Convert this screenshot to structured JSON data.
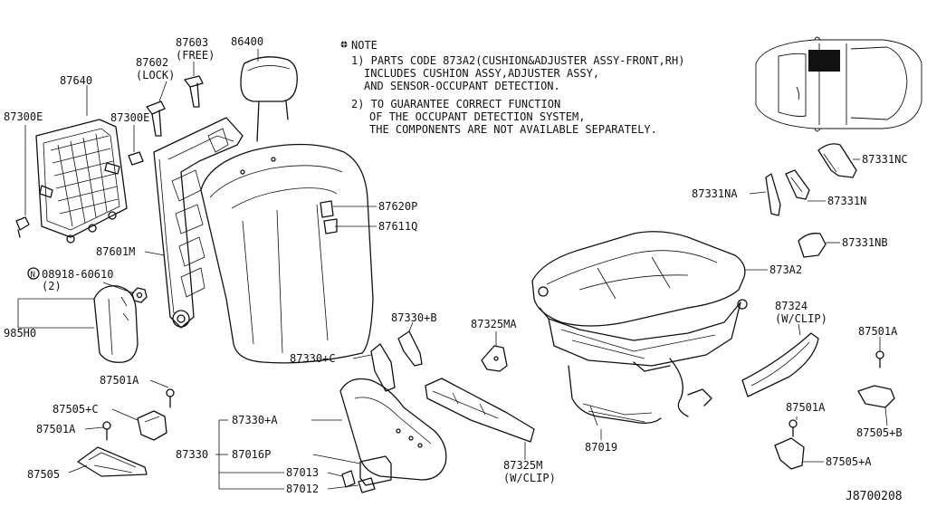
{
  "labels": {
    "p87640": "87640",
    "p87300e_left": "87300E",
    "p87602": "87602",
    "p87602_note": "(LOCK)",
    "p87603": "87603",
    "p87603_note": "(FREE)",
    "p86400": "86400",
    "p87300e_mid": "87300E",
    "p87601m": "87601M",
    "p87620p": "87620P",
    "p87611q": "87611Q",
    "p08918": "08918-60610",
    "p08918_qty": "(2)",
    "p08918_circle": "N",
    "p985h0": "985H0",
    "p87501a_1": "87501A",
    "p87505c": "87505+C",
    "p87501a_2": "87501A",
    "p87505": "87505",
    "p87330b": "87330+B",
    "p87325ma": "87325MA",
    "p87330c": "87330+C",
    "p87330a": "87330+A",
    "p87330": "87330",
    "p87016p": "87016P",
    "p87013": "87013",
    "p87012": "87012",
    "p87325m": "87325M",
    "p87325m_note": "(W/CLIP)",
    "p87019": "87019",
    "p87331nc": "87331NC",
    "p87331na": "87331NA",
    "p87331n": "87331N",
    "p87331nb": "87331NB",
    "p873a2": "873A2",
    "p87324": "87324",
    "p87324_note": "(W/CLIP)",
    "p87501a_3": "87501A",
    "p87501a_4": "87501A",
    "p87505b": "87505+B",
    "p87505a": "87505+A"
  },
  "note": {
    "heading": "NOTE",
    "line1": "1) PARTS CODE 873A2(CUSHION&ADJUSTER ASSY-FRONT,RH)",
    "line2": "INCLUDES CUSHION ASSY,ADJUSTER ASSY,",
    "line3": "AND SENSOR-OCCUPANT DETECTION.",
    "line4": "2) TO GUARANTEE CORRECT FUNCTION",
    "line5": "OF THE OCCUPANT DETECTION SYSTEM,",
    "line6": "THE COMPONENTS ARE NOT AVAILABLE SEPARATELY."
  },
  "diagram_code": "J8700208"
}
